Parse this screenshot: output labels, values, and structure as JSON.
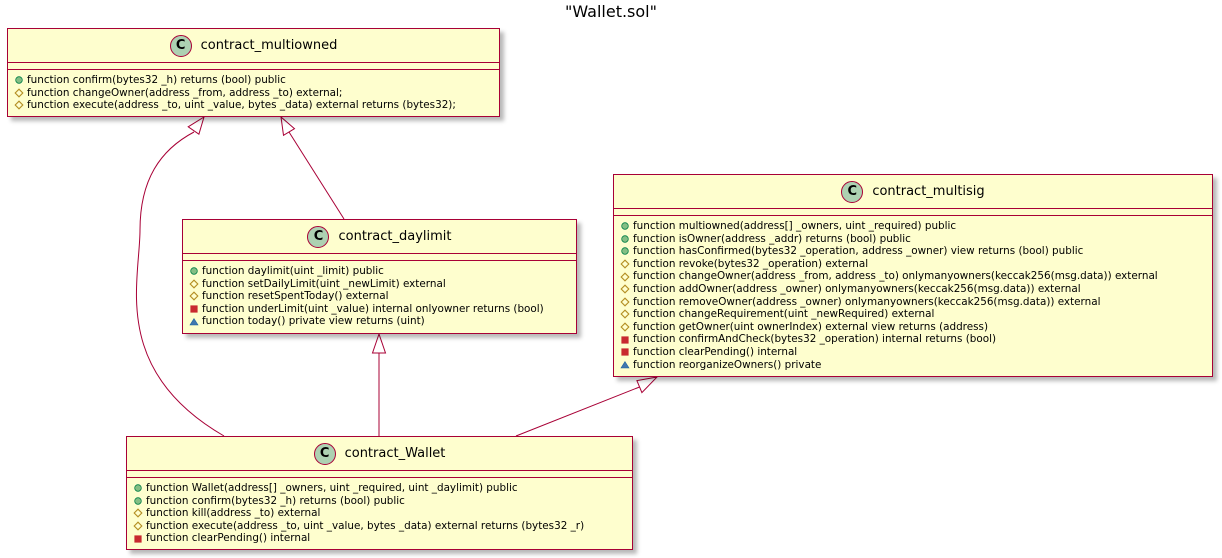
{
  "diagram": {
    "title": "\"Wallet.sol\"",
    "class_stereotype_letter": "C",
    "colors": {
      "class_fill": "#FEFECE",
      "class_border": "#A80036",
      "badge_fill": "#ADD1B2",
      "public": "#84BE84",
      "protected": "#B38D22",
      "private": "#C82930",
      "package": "#4177AF"
    },
    "classes": [
      {
        "name": "contract_multiowned",
        "methods": [
          {
            "vis": "public",
            "text": "function confirm(bytes32 _h) returns (bool) public"
          },
          {
            "vis": "protected",
            "text": "function changeOwner(address _from, address _to) external;"
          },
          {
            "vis": "protected",
            "text": "function execute(address _to, uint _value, bytes _data) external returns (bytes32);"
          }
        ]
      },
      {
        "name": "contract_daylimit",
        "methods": [
          {
            "vis": "public",
            "text": "function daylimit(uint _limit) public"
          },
          {
            "vis": "protected",
            "text": "function setDailyLimit(uint _newLimit) external"
          },
          {
            "vis": "protected",
            "text": "function resetSpentToday() external"
          },
          {
            "vis": "private",
            "text": "function underLimit(uint _value) internal onlyowner returns (bool)"
          },
          {
            "vis": "package",
            "text": "function today() private view returns (uint)"
          }
        ]
      },
      {
        "name": "contract_multisig",
        "methods": [
          {
            "vis": "public",
            "text": "function multiowned(address[] _owners, uint _required)  public"
          },
          {
            "vis": "public",
            "text": "function isOwner(address _addr) returns (bool) public"
          },
          {
            "vis": "public",
            "text": "function hasConfirmed(bytes32 _operation, address _owner) view returns (bool) public"
          },
          {
            "vis": "protected",
            "text": "function revoke(bytes32 _operation) external"
          },
          {
            "vis": "protected",
            "text": "function changeOwner(address _from, address _to) onlymanyowners(keccak256(msg.data)) external"
          },
          {
            "vis": "protected",
            "text": "function addOwner(address _owner) onlymanyowners(keccak256(msg.data)) external"
          },
          {
            "vis": "protected",
            "text": "function removeOwner(address _owner) onlymanyowners(keccak256(msg.data)) external"
          },
          {
            "vis": "protected",
            "text": "function changeRequirement(uint _newRequired) external"
          },
          {
            "vis": "protected",
            "text": "function getOwner(uint ownerIndex) external view returns (address)"
          },
          {
            "vis": "private",
            "text": "function confirmAndCheck(bytes32 _operation) internal returns (bool)"
          },
          {
            "vis": "private",
            "text": "function clearPending() internal"
          },
          {
            "vis": "package",
            "text": "function reorganizeOwners() private"
          }
        ]
      },
      {
        "name": "contract_Wallet",
        "methods": [
          {
            "vis": "public",
            "text": "function Wallet(address[] _owners, uint _required, uint _daylimit) public"
          },
          {
            "vis": "public",
            "text": "function confirm(bytes32 _h) returns (bool) public"
          },
          {
            "vis": "protected",
            "text": "function kill(address _to) external"
          },
          {
            "vis": "protected",
            "text": "function execute(address _to, uint _value, bytes _data) external returns (bytes32 _r)"
          },
          {
            "vis": "private",
            "text": "function clearPending() internal"
          }
        ]
      }
    ],
    "relations": [
      {
        "from": "contract_daylimit",
        "to": "contract_multiowned",
        "type": "inheritance"
      },
      {
        "from": "contract_Wallet",
        "to": "contract_multiowned",
        "type": "inheritance"
      },
      {
        "from": "contract_Wallet",
        "to": "contract_daylimit",
        "type": "inheritance"
      },
      {
        "from": "contract_Wallet",
        "to": "contract_multisig",
        "type": "inheritance"
      }
    ]
  }
}
